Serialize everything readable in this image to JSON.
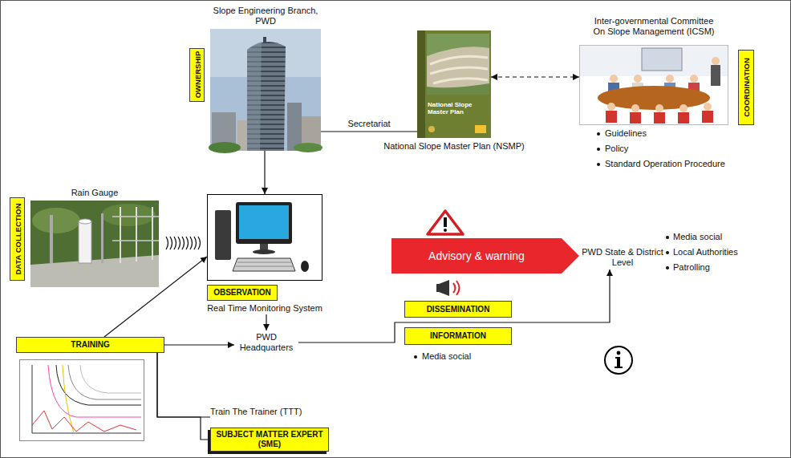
{
  "diagram": {
    "nodes": [
      {
        "text": [
          "Slope Engineering Branch, PWD"
        ]
      },
      {
        "text": [
          "OWNERSHIP"
        ]
      },
      {
        "text": [
          "National Slope Master Plan",
          "National Slope Master Plan (NSMP)"
        ]
      },
      {
        "text": [
          "Inter-governmental Committee On Slope Management (ICSM)"
        ]
      },
      {
        "text": [
          "COORDINATION"
        ]
      },
      {
        "text": [
          "Rain Gauge"
        ]
      },
      {
        "text": [
          "DATA COLLECTION"
        ]
      },
      {
        "text": [
          "OBSERVATION",
          "Real Time Monitoring System"
        ]
      },
      {
        "text": [
          "PWD Headquarters"
        ]
      },
      {
        "text": [
          "TRAINING"
        ]
      },
      {
        "text": [
          "Train The Trainer (TTT)"
        ]
      },
      {
        "text": [
          "SUBJECT MATTER EXPERT (SME)"
        ]
      },
      {
        "text": [
          "Advisory & warning"
        ]
      },
      {
        "text": [
          "DISSEMINATION"
        ]
      },
      {
        "text": [
          "INFORMATION"
        ]
      },
      {
        "text": [
          "PWD State & District Level"
        ]
      }
    ],
    "edges": [
      {
        "from": 0,
        "to": 2,
        "label": "Secretariat",
        "arrow": "none"
      },
      {
        "from": 2,
        "to": 3,
        "arrow": "both"
      },
      {
        "from": 0,
        "to": 7,
        "arrow": "to"
      },
      {
        "from": 7,
        "to": 8,
        "arrow": "to"
      },
      {
        "from": 9,
        "to": 7,
        "arrow": "to"
      },
      {
        "from": 9,
        "to": 8,
        "arrow": "to"
      },
      {
        "from": 9,
        "to": 10,
        "arrow": "none"
      },
      {
        "from": 9,
        "to": 11,
        "arrow": "none"
      },
      {
        "from": 8,
        "to": 15,
        "arrow": "to"
      }
    ],
    "labels": [
      "Guidelines",
      "Policy",
      "Standard Operation Procedure",
      "Media social",
      "Media social",
      "Local Authorities",
      "Patrolling"
    ]
  }
}
